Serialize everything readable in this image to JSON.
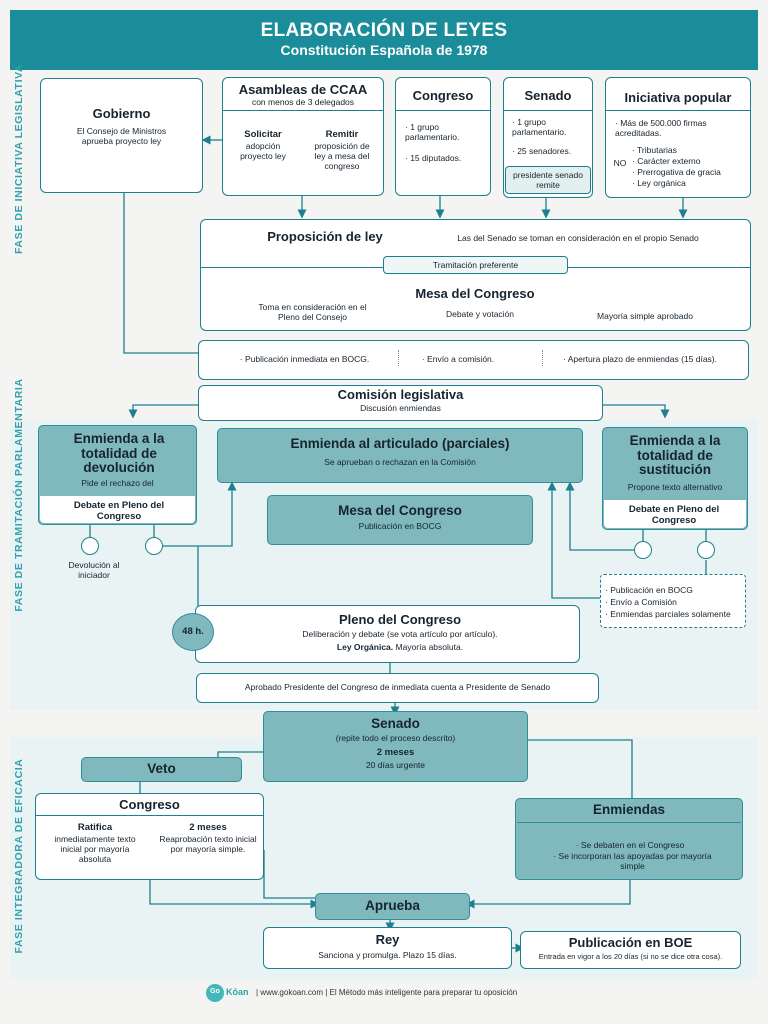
{
  "header": {
    "title": "ELABORACIÓN DE LEYES",
    "subtitle": "Constitución Española de 1978",
    "color": "#1a8c9a"
  },
  "phases": {
    "legislativa": "FASE DE INICIATIVA LEGISLATIVA",
    "parlamentaria": "FASE DE TRAMITACIÓN PARLAMENTARIA",
    "eficacia": "FASE INTEGRADORA DE EFICACIA"
  },
  "gobierno": {
    "title": "Gobierno",
    "text": "El Consejo de Ministros aprueba proyecto ley"
  },
  "asambleas": {
    "title": "Asambleas de CCAA",
    "subtitle": "con menos de 3 delegados",
    "col1_title": "Solicitar",
    "col1_text": "adopción proyecto ley",
    "col2_title": "Remitir",
    "col2_text": "proposición de ley a mesa del congreso"
  },
  "congreso_ini": {
    "title": "Congreso",
    "item1": "· 1 grupo parlamentario.",
    "item2": "· 15 diputados."
  },
  "senado_ini": {
    "title": "Senado",
    "item1": "· 1 grupo parlamentario.",
    "item2": "· 25 senadores.",
    "note": "presidente senado remite"
  },
  "iniciativa": {
    "title": "Iniciativa popular",
    "item1": "· Más de 500.000 firmas acreditadas.",
    "no": "NO",
    "list": [
      "· Tributarias",
      "· Carácter externo",
      "· Prerrogativa de gracia",
      "· Ley orgánica"
    ]
  },
  "proposicion": {
    "title": "Proposición de ley",
    "senado_note": "Las del Senado se toman en consideración en el propio Senado",
    "tramitacion": "Tramitación preferente",
    "mesa": "Mesa del Congreso",
    "toma": "Toma en consideración en el Pleno del Consejo",
    "debate": "Debate y votación",
    "mayoria": "Mayoría simple aprobado"
  },
  "publicacion_row": {
    "item1": "· Publicación inmediata en BOCG.",
    "item2": "· Envío a comisión.",
    "item3": "· Apertura plazo de enmiendas (15 días)."
  },
  "comision": {
    "title": "Comisión legislativa",
    "text": "Discusión enmiendas"
  },
  "enm_devolucion": {
    "title": "Enmienda a la totalidad de devolución",
    "text": "Pide el rechazo del",
    "debate": "Debate en Pleno del Congreso",
    "result": "Devolución al iniciador"
  },
  "enm_articulado": {
    "title": "Enmienda al articulado (parciales)",
    "text": "Se aprueban o rechazan en la Comisión"
  },
  "enm_sustitucion": {
    "title": "Enmienda a la totalidad de sustitución",
    "text": "Propone texto alternativo",
    "debate": "Debate en Pleno del Congreso"
  },
  "mesa_congreso2": {
    "title": "Mesa del Congreso",
    "text": "Publicación en BOCG"
  },
  "dashed_list": [
    "· Publicación en BOCG",
    "· Envío a Comisión",
    "· Enmiendas parciales solamente"
  ],
  "pleno": {
    "badge": "48 h.",
    "title": "Pleno del Congreso",
    "text": "Deliberación y debate (se vota artículo por artículo).",
    "organica_bold": "Ley Orgánica.",
    "organica_rest": " Mayoría absoluta."
  },
  "aprobado_note": "Aprobado Presidente del Congreso de inmediata cuenta a Presidente de Senado",
  "senado_fin": {
    "title": "Senado",
    "text": "(repite todo el proceso descrito)",
    "meses": "2 meses",
    "urgente": "20 días urgente"
  },
  "veto": "Veto",
  "congreso_fin": {
    "title": "Congreso",
    "col1_title": "Ratifica",
    "col1_text": "inmediatamente texto inicial por mayoría absoluta",
    "col2_title": "2 meses",
    "col2_text": "Reaprobación texto inicial por mayoría simple."
  },
  "enmiendas_fin": {
    "title": "Enmiendas",
    "item1": "· Se debaten en el Congreso",
    "item2": "· Se incorporan las apoyadas por mayoría simple"
  },
  "aprueba": "Aprueba",
  "rey": {
    "title": "Rey",
    "text": "Sanciona y promulga. Plazo 15 días."
  },
  "boe": {
    "title": "Publicación en BOE",
    "text": "Entrada en vigor a los 20 días (si no se dice otra cosa)."
  },
  "footer": {
    "logo_mark": "Go",
    "logo_name": "Kōan",
    "text": "|  www.gokoan.com  |  El Método más inteligente para preparar tu oposición"
  }
}
